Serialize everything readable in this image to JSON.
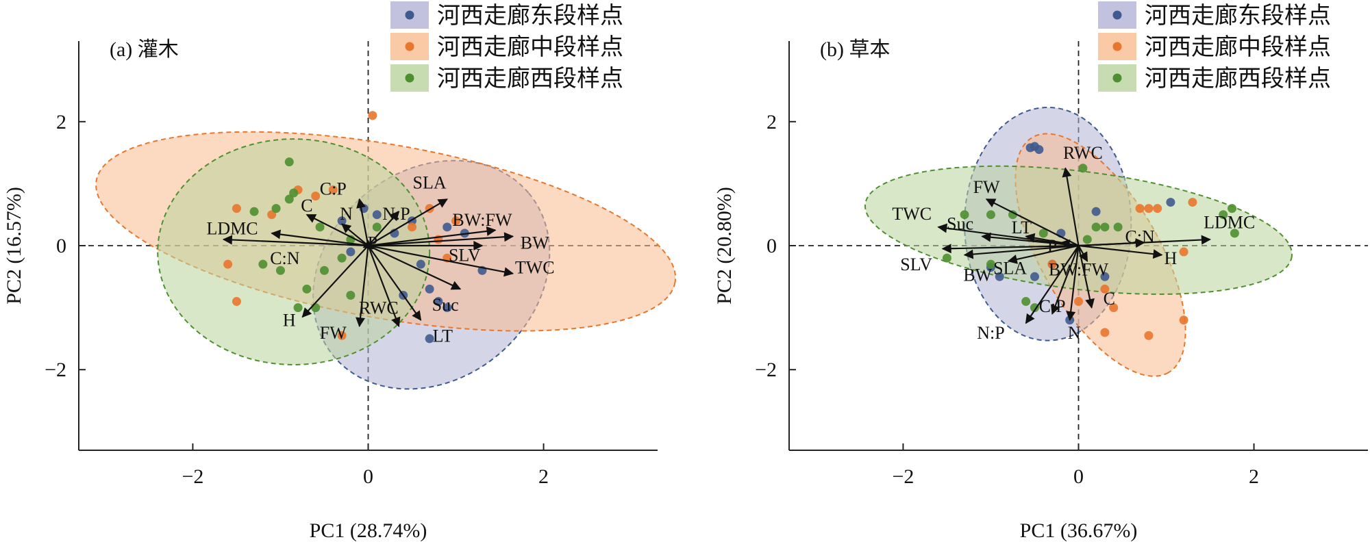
{
  "colors": {
    "east": "#3f5a8f",
    "middle": "#e8762c",
    "west": "#4e8f2f",
    "east_fill": "#b3b3d6",
    "middle_fill": "#f9bc90",
    "west_fill": "#b9d49d",
    "arrow": "#111111"
  },
  "legend_labels": [
    "河西走廊东段样点",
    "河西走廊中段样点",
    "河西走廊西段样点"
  ],
  "chart_data": [
    {
      "type": "scatter",
      "title": "(a) 灌木",
      "xlabel": "PC1 (28.74%)",
      "ylabel": "PC2 (16.57%)",
      "xlim": [
        -3.3,
        3.3
      ],
      "ylim": [
        -3.3,
        3.3
      ],
      "xticks": [
        {
          "v": -2,
          "label": "−2"
        },
        {
          "v": 0,
          "label": "0"
        },
        {
          "v": 2,
          "label": "2"
        }
      ],
      "yticks": [
        {
          "v": -2,
          "label": "−2"
        },
        {
          "v": 0,
          "label": "0"
        },
        {
          "v": 2,
          "label": "2"
        }
      ],
      "series": [
        {
          "name": "河西走廊东段样点",
          "key": "east",
          "points": [
            [
              -0.2,
              -0.1
            ],
            [
              0.3,
              0.2
            ],
            [
              0.5,
              0.4
            ],
            [
              0.6,
              -0.3
            ],
            [
              0.9,
              0.3
            ],
            [
              0.7,
              -0.7
            ],
            [
              0.8,
              -0.9
            ],
            [
              0.9,
              -1.0
            ],
            [
              1.3,
              -0.4
            ],
            [
              0.7,
              -1.5
            ],
            [
              -0.05,
              0.6
            ],
            [
              0.1,
              0.5
            ],
            [
              1.1,
              0.2
            ],
            [
              -0.3,
              0.4
            ],
            [
              0.4,
              -0.8
            ]
          ],
          "ellipse": {
            "cx": 0.72,
            "cy": -0.47,
            "rx": 1.45,
            "ry": 1.68,
            "angle": 40
          }
        },
        {
          "name": "河西走廊中段样点",
          "key": "middle",
          "points": [
            [
              0.05,
              2.1
            ],
            [
              -0.8,
              0.9
            ],
            [
              -1.5,
              0.6
            ],
            [
              -1.1,
              0.5
            ],
            [
              -1.6,
              -0.3
            ],
            [
              -1.5,
              -0.9
            ],
            [
              -0.3,
              -1.45
            ],
            [
              0.5,
              0.3
            ],
            [
              0.8,
              0.1
            ],
            [
              1.0,
              0.4
            ],
            [
              0.7,
              0.6
            ],
            [
              -0.4,
              0.9
            ],
            [
              -0.6,
              0.8
            ],
            [
              0.9,
              -0.2
            ]
          ],
          "ellipse": {
            "cx": 0.2,
            "cy": 0.23,
            "rx": 3.35,
            "ry": 1.4,
            "angle": -10
          }
        },
        {
          "name": "河西走廊西段样点",
          "key": "west",
          "points": [
            [
              -1.3,
              0.55
            ],
            [
              -0.85,
              0.85
            ],
            [
              -0.9,
              0.75
            ],
            [
              -1.2,
              -0.3
            ],
            [
              -1.0,
              -0.4
            ],
            [
              -0.5,
              -0.4
            ],
            [
              -0.7,
              -0.7
            ],
            [
              -0.8,
              -1.0
            ],
            [
              -0.6,
              -1.0
            ],
            [
              -0.3,
              -0.2
            ],
            [
              0.1,
              0.3
            ],
            [
              -0.2,
              0.1
            ],
            [
              -0.55,
              0.3
            ],
            [
              -0.9,
              1.35
            ],
            [
              -1.05,
              0.6
            ],
            [
              -0.2,
              -0.8
            ]
          ],
          "ellipse": {
            "cx": -0.85,
            "cy": -0.1,
            "rx": 1.55,
            "ry": 1.82,
            "angle": 0
          }
        }
      ],
      "vectors": [
        {
          "label": "BW:FW",
          "x": 1.45,
          "y": 0.25
        },
        {
          "label": "BW",
          "x": 1.65,
          "y": 0.15
        },
        {
          "label": "TWC",
          "x": 1.65,
          "y": -0.45
        },
        {
          "label": "SLV",
          "x": 1.3,
          "y": 0.0
        },
        {
          "label": "SLA",
          "x": 0.9,
          "y": 0.75
        },
        {
          "label": "N:P",
          "x": 0.35,
          "y": 0.55
        },
        {
          "label": "C:P",
          "x": -0.1,
          "y": 0.75
        },
        {
          "label": "N",
          "x": -0.3,
          "y": 0.35
        },
        {
          "label": "C",
          "x": -0.7,
          "y": 0.5
        },
        {
          "label": "LDMC",
          "x": -1.65,
          "y": 0.1
        },
        {
          "label": "C:N",
          "x": -1.1,
          "y": 0.2
        },
        {
          "label": "P",
          "x": 0.05,
          "y": -0.05
        },
        {
          "label": "H",
          "x": -0.75,
          "y": -1.15
        },
        {
          "label": "FW",
          "x": -0.1,
          "y": -1.3
        },
        {
          "label": "RWC",
          "x": 0.35,
          "y": -1.3
        },
        {
          "label": "Suc",
          "x": 1.05,
          "y": -0.7
        },
        {
          "label": "LT",
          "x": 0.6,
          "y": -1.2
        }
      ],
      "vector_labels": [
        {
          "label": "SLA",
          "x": 0.7,
          "y": 1.02
        },
        {
          "label": "BW:FW",
          "x": 1.3,
          "y": 0.42
        },
        {
          "label": "BW",
          "x": 1.9,
          "y": 0.05
        },
        {
          "label": "SLV",
          "x": 1.1,
          "y": -0.15
        },
        {
          "label": "TWC",
          "x": 1.9,
          "y": -0.35
        },
        {
          "label": "N:P",
          "x": 0.32,
          "y": 0.52
        },
        {
          "label": "C:P",
          "x": -0.4,
          "y": 0.92
        },
        {
          "label": "N",
          "x": -0.25,
          "y": 0.52
        },
        {
          "label": "C",
          "x": -0.7,
          "y": 0.65
        },
        {
          "label": "LDMC",
          "x": -1.55,
          "y": 0.28
        },
        {
          "label": "C:N",
          "x": -0.95,
          "y": -0.2
        },
        {
          "label": "P",
          "x": 0.05,
          "y": 0.05
        },
        {
          "label": "H",
          "x": -0.9,
          "y": -1.2
        },
        {
          "label": "FW",
          "x": -0.4,
          "y": -1.4
        },
        {
          "label": "RWC",
          "x": 0.12,
          "y": -1.0
        },
        {
          "label": "Suc",
          "x": 0.88,
          "y": -0.95
        },
        {
          "label": "LT",
          "x": 0.85,
          "y": -1.45
        }
      ]
    },
    {
      "type": "scatter",
      "title": "(b) 草本",
      "xlabel": "PC1 (36.67%)",
      "ylabel": "PC2 (20.80%)",
      "xlim": [
        -3.3,
        3.3
      ],
      "ylim": [
        -3.3,
        3.3
      ],
      "xticks": [
        {
          "v": -2,
          "label": "−2"
        },
        {
          "v": 0,
          "label": "0"
        },
        {
          "v": 2,
          "label": "2"
        }
      ],
      "yticks": [
        {
          "v": -2,
          "label": "−2"
        },
        {
          "v": 0,
          "label": "0"
        },
        {
          "v": 2,
          "label": "2"
        }
      ],
      "series": [
        {
          "name": "河西走廊东段样点",
          "key": "east",
          "points": [
            [
              -0.5,
              1.6
            ],
            [
              -0.45,
              1.55
            ],
            [
              -0.55,
              1.58
            ],
            [
              1.05,
              0.7
            ],
            [
              0.2,
              0.55
            ],
            [
              -0.2,
              0.2
            ],
            [
              -0.3,
              -0.3
            ],
            [
              -0.5,
              -0.5
            ],
            [
              -1.0,
              -0.35
            ],
            [
              -0.9,
              -0.5
            ],
            [
              -0.1,
              -1.2
            ],
            [
              0.3,
              -0.5
            ]
          ],
          "ellipse": {
            "cx": -0.35,
            "cy": 0.35,
            "rx": 0.95,
            "ry": 1.88,
            "angle": 0
          }
        },
        {
          "name": "河西走廊中段样点",
          "key": "middle",
          "points": [
            [
              0.7,
              0.6
            ],
            [
              0.8,
              0.6
            ],
            [
              0.9,
              0.6
            ],
            [
              1.3,
              0.7
            ],
            [
              1.2,
              -0.1
            ],
            [
              0.3,
              -0.7
            ],
            [
              0.0,
              -0.9
            ],
            [
              0.4,
              -1.0
            ],
            [
              0.3,
              -1.4
            ],
            [
              0.8,
              -1.45
            ],
            [
              1.2,
              -1.2
            ],
            [
              -0.3,
              -0.3
            ]
          ],
          "ellipse": {
            "cx": 0.25,
            "cy": -0.15,
            "rx": 1.55,
            "ry": 0.95,
            "angle": -60
          }
        },
        {
          "name": "河西走廊西段样点",
          "key": "west",
          "points": [
            [
              1.75,
              0.6
            ],
            [
              1.78,
              0.2
            ],
            [
              1.65,
              0.5
            ],
            [
              0.05,
              1.25
            ],
            [
              0.2,
              0.3
            ],
            [
              0.3,
              0.3
            ],
            [
              0.45,
              0.3
            ],
            [
              0.1,
              0.1
            ],
            [
              -1.3,
              0.5
            ],
            [
              -1.0,
              0.5
            ],
            [
              -0.75,
              0.5
            ],
            [
              -1.5,
              -0.2
            ],
            [
              -1.0,
              -0.3
            ],
            [
              -0.6,
              -0.9
            ],
            [
              -0.5,
              -1.0
            ],
            [
              -0.4,
              0.2
            ]
          ],
          "ellipse": {
            "cx": 0.0,
            "cy": 0.25,
            "rx": 2.45,
            "ry": 0.95,
            "angle": -7
          }
        }
      ],
      "vectors": [
        {
          "label": "RWC",
          "x": -0.15,
          "y": 1.25
        },
        {
          "label": "FW",
          "x": -1.05,
          "y": 0.75
        },
        {
          "label": "TWC",
          "x": -1.6,
          "y": 0.3
        },
        {
          "label": "Suc",
          "x": -1.1,
          "y": 0.15
        },
        {
          "label": "LT",
          "x": -0.6,
          "y": 0.15
        },
        {
          "label": "P",
          "x": -0.2,
          "y": 0.05
        },
        {
          "label": "SLV",
          "x": -1.55,
          "y": -0.05
        },
        {
          "label": "BW",
          "x": -1.3,
          "y": -0.15
        },
        {
          "label": "SLA",
          "x": -0.8,
          "y": -0.25
        },
        {
          "label": "BW:FW",
          "x": 0.1,
          "y": -0.25
        },
        {
          "label": "C:N",
          "x": 0.75,
          "y": 0.05
        },
        {
          "label": "LDMC",
          "x": 1.5,
          "y": 0.1
        },
        {
          "label": "H",
          "x": 0.95,
          "y": -0.15
        },
        {
          "label": "C:P",
          "x": -0.3,
          "y": -1.1
        },
        {
          "label": "N:P",
          "x": -0.6,
          "y": -1.25
        },
        {
          "label": "N",
          "x": -0.1,
          "y": -1.2
        },
        {
          "label": "C",
          "x": 0.15,
          "y": -1.0
        }
      ],
      "vector_labels": [
        {
          "label": "RWC",
          "x": 0.05,
          "y": 1.5
        },
        {
          "label": "FW",
          "x": -1.05,
          "y": 0.95
        },
        {
          "label": "TWC",
          "x": -1.9,
          "y": 0.52
        },
        {
          "label": "Suc",
          "x": -1.35,
          "y": 0.36
        },
        {
          "label": "LT",
          "x": -0.65,
          "y": 0.3
        },
        {
          "label": "P",
          "x": -0.3,
          "y": 0.0
        },
        {
          "label": "SLV",
          "x": -1.85,
          "y": -0.3
        },
        {
          "label": "BW",
          "x": -1.15,
          "y": -0.47
        },
        {
          "label": "SLA",
          "x": -0.78,
          "y": -0.36
        },
        {
          "label": "BW:FW",
          "x": 0.0,
          "y": -0.38
        },
        {
          "label": "C:N",
          "x": 0.7,
          "y": 0.15
        },
        {
          "label": "LDMC",
          "x": 1.72,
          "y": 0.38
        },
        {
          "label": "H",
          "x": 1.05,
          "y": -0.2
        },
        {
          "label": "C:P",
          "x": -0.3,
          "y": -0.97
        },
        {
          "label": "N:P",
          "x": -1.0,
          "y": -1.4
        },
        {
          "label": "N",
          "x": -0.05,
          "y": -1.4
        },
        {
          "label": "C",
          "x": 0.35,
          "y": -0.85
        }
      ]
    }
  ]
}
